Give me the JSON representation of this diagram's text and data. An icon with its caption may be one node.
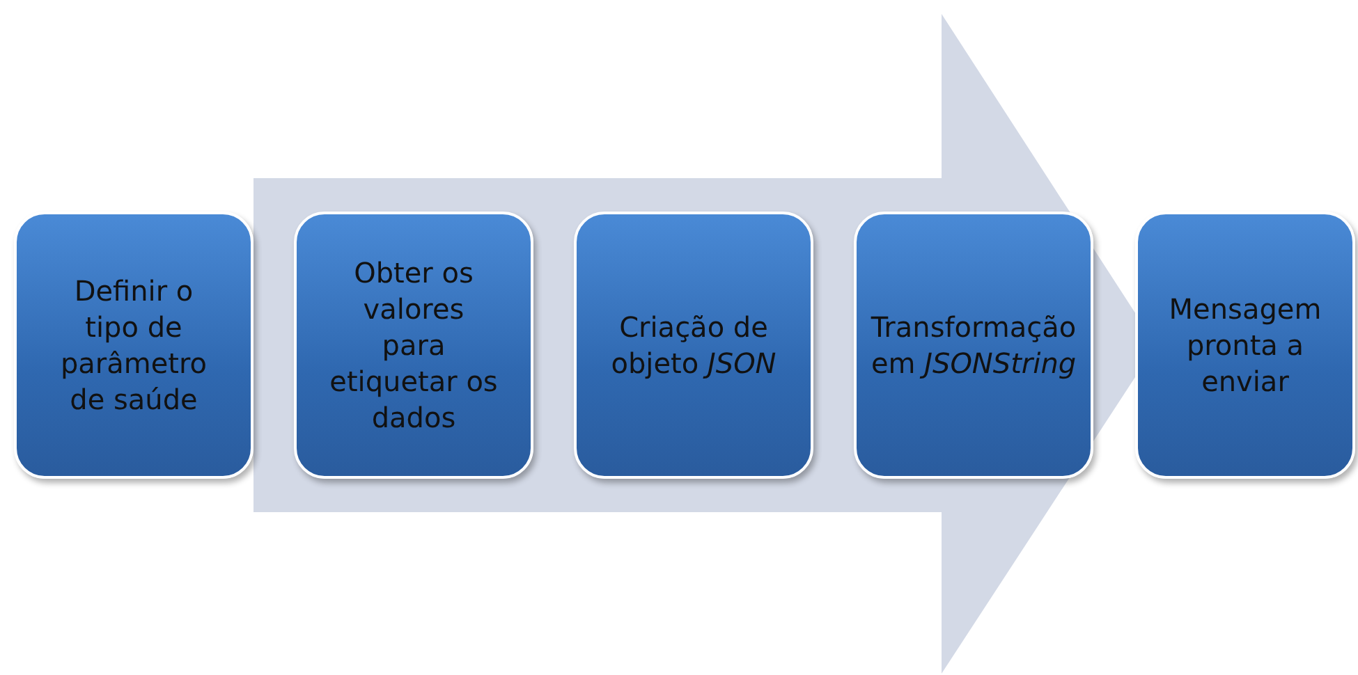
{
  "diagram": {
    "nodes": [
      {
        "text": [
          "Definir o tipo de parâmetro de saúde"
        ]
      },
      {
        "text": [
          "Obter os valores para etiquetar os dados"
        ]
      },
      {
        "text": [
          "Criação de objeto *JSON*"
        ]
      },
      {
        "text": [
          "Transformação em *JSONString*"
        ]
      },
      {
        "text": [
          "Mensagem pronta a enviar"
        ]
      }
    ],
    "edges": [
      {
        "from": 0,
        "to": 4,
        "arrow": "to"
      }
    ]
  }
}
